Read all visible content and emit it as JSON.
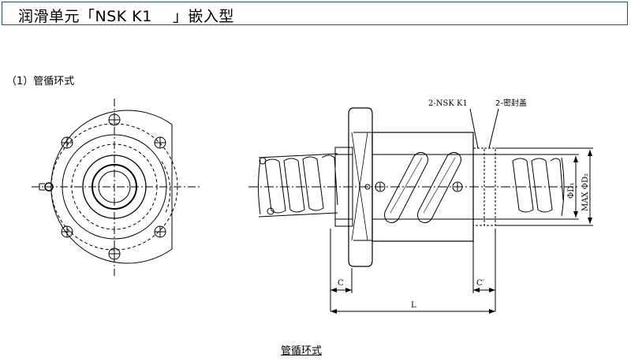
{
  "header": {
    "title": "润滑单元「NSK K1　 」嵌入型"
  },
  "section": {
    "label": "（1）管循环式"
  },
  "callouts": {
    "nsk_k1": "2-NSK K1",
    "seal": "2-密封盖"
  },
  "dimensions": {
    "c": "C",
    "c_prime": "C′",
    "l": "L",
    "d1": "ΦD₁",
    "max_d2": "MAX ΦD₂"
  },
  "caption": {
    "text": "管循环式"
  },
  "colors": {
    "border": "#1a4f9c",
    "line": "#000000"
  }
}
